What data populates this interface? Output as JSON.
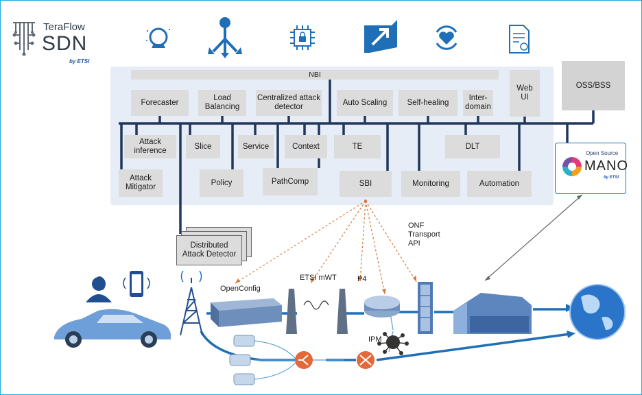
{
  "logo": {
    "small": "TeraFlow",
    "big": "SDN",
    "sub": "by ETSI"
  },
  "icons": [
    "crystal-ball-icon",
    "load-balancer-icon",
    "security-chip-icon",
    "scale-up-icon",
    "heart-cycle-icon",
    "certificate-icon"
  ],
  "nbi": "NBI",
  "top_modules": {
    "forecaster": "Forecaster",
    "load_balancing": "Load Balancing",
    "centralized_attack": "Centralized attack detector",
    "auto_scaling": "Auto Scaling",
    "self_healing": "Self-healing",
    "inter_domain": "Inter-domain",
    "web_ui": "Web UI"
  },
  "oss_bss": "OSS/BSS",
  "middle_modules": {
    "attack_inference": "Attack inference",
    "slice": "Slice",
    "service": "Service",
    "context": "Context",
    "te": "TE",
    "dlt": "DLT"
  },
  "bottom_modules": {
    "attack_mitigator": "Attack Mitigator",
    "policy": "Policy",
    "pathcomp": "PathComp",
    "sbi": "SBI",
    "monitoring": "Monitoring",
    "automation": "Automation"
  },
  "mano": {
    "top": "Open Source",
    "main": "MANO",
    "sub": "by ETSI"
  },
  "distributed": "Distributed Attack Detector",
  "protocols": {
    "openconfig": "OpenConfig",
    "etsi_mwt": "ETSI mWT",
    "p4": "P4",
    "onf": "ONF Transport API",
    "ipm": "IPM"
  },
  "colors": {
    "bus": "#21365a",
    "panel": "#e7edf6",
    "box": "#dcdcdc",
    "link": "#1f6fb8",
    "orange_dash": "#d9773a",
    "frame": "#1ea7df"
  }
}
